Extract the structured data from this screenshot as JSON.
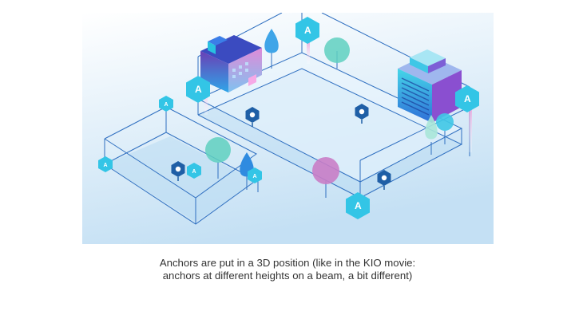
{
  "slide": {
    "caption_line_1": "Anchors are put in a 3D position (like in the KIO movie:",
    "caption_line_2": "anchors at different heights on a beam, a bit different)"
  },
  "illustration": {
    "anchor_letter": "A",
    "colors": {
      "background_top": "#ffffff",
      "background_bottom": "#c9e3f6",
      "outline_blue": "#2f6fc0",
      "anchor_cyan": "#33c5e6",
      "marker_dark_blue": "#1f5fa6",
      "tree_teal": "#5fd0c0",
      "tree_pink": "#c97dc6",
      "building_purple": "#7a3fb0",
      "building_blue": "#2f8be0"
    },
    "icons": [
      "anchor-hexagon-icon",
      "location-pin-icon",
      "tree-icon",
      "building-icon"
    ]
  }
}
